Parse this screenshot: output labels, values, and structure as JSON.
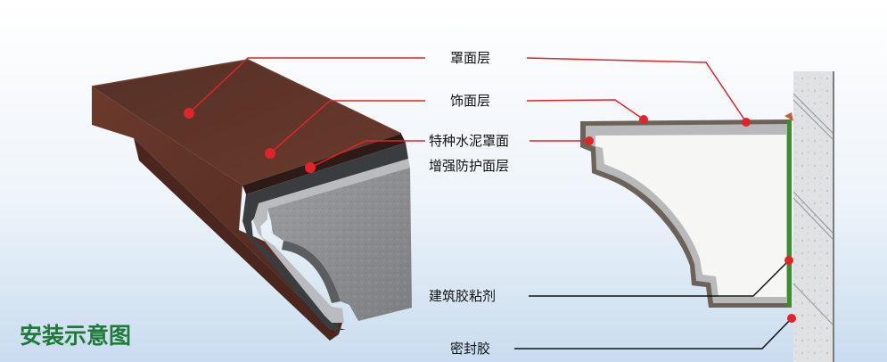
{
  "title": "安装示意图",
  "labels": {
    "cover_layer": "罩面层",
    "finish_layer": "饰面层",
    "special_cement": "特种水泥罩面",
    "reinforced_layer": "增强防护面层",
    "adhesive": "建筑胶粘剂",
    "sealant": "密封胶"
  },
  "colors": {
    "finish": "#5a2e24",
    "core": "#8e9093",
    "leader": "#e0242b",
    "adhesive": "#3a8f28",
    "title": "#1f7a3a"
  }
}
